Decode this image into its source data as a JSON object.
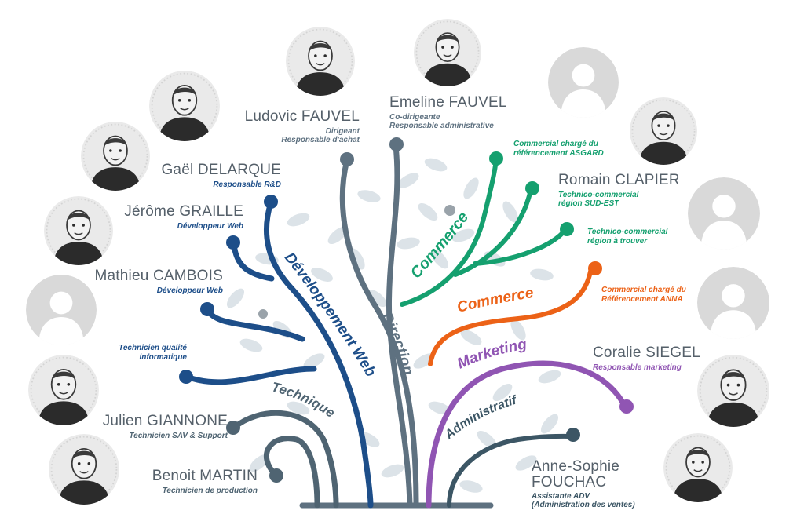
{
  "colors": {
    "direction": "#5e7180",
    "dev_web": "#1d4e89",
    "technique": "#4f6472",
    "commerce_green": "#15a06f",
    "commerce_orange": "#ec6217",
    "marketing": "#9055b3",
    "administratif": "#3c5665",
    "name_text": "#55606a",
    "leaf": "#dce3e8"
  },
  "branches": {
    "direction": "Direction",
    "dev_web": "Développement Web",
    "technique": "Technique",
    "commerce_green": "Commerce",
    "commerce_orange": "Commerce",
    "marketing": "Marketing",
    "administratif": "Administratif"
  },
  "people": {
    "ludovic": {
      "name": "Ludovic FAUVEL",
      "role1": "Dirigeant",
      "role2": "Responsable d'achat"
    },
    "emeline": {
      "name": "Emeline FAUVEL",
      "role1": "Co-dirigeante",
      "role2": "Responsable administrative"
    },
    "gael": {
      "name": "Gaël DELARQUE",
      "role1": "Responsable R&D"
    },
    "jerome": {
      "name": "Jérôme GRAILLE",
      "role1": "Développeur Web"
    },
    "mathieu": {
      "name": "Mathieu CAMBOIS",
      "role1": "Développeur Web"
    },
    "tech_qualite": {
      "role1": "Technicien qualité",
      "role2": "informatique"
    },
    "julien": {
      "name": "Julien GIANNONE",
      "role1": "Technicien SAV & Support"
    },
    "benoit": {
      "name": "Benoit MARTIN",
      "role1": "Technicien de production"
    },
    "asgard": {
      "role1": "Commercial chargé du",
      "role2": "référencement ASGARD"
    },
    "romain": {
      "name": "Romain CLAPIER",
      "role1": "Technico-commercial",
      "role2": "région SUD-EST"
    },
    "tc_trouver": {
      "role1": "Technico-commercial",
      "role2": "région à trouver"
    },
    "anna": {
      "role1": "Commercial chargé du",
      "role2": "Référencement ANNA"
    },
    "coralie": {
      "name": "Coralie SIEGEL",
      "role1": "Responsable marketing"
    },
    "anne": {
      "name1": "Anne-Sophie",
      "name2": "FOUCHAC",
      "role1": "Assistante ADV",
      "role2": "(Administration des ventes)"
    }
  }
}
